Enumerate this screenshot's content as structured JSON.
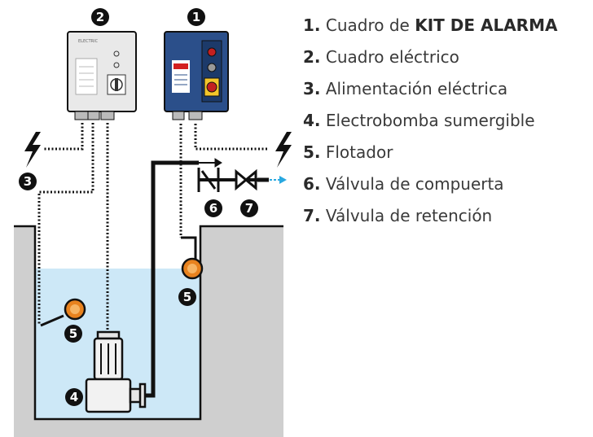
{
  "colors": {
    "water": "#cde8f7",
    "ground": "#cfcfcf",
    "pipe": "#111111",
    "float": "#e8821e",
    "alarm_box": "#2b4f8a",
    "electric_box": "#e9e9e9",
    "arrow": "#29a8e0"
  },
  "badges": [
    {
      "id": "b1",
      "text": "1"
    },
    {
      "id": "b2",
      "text": "2"
    },
    {
      "id": "b3",
      "text": "3"
    },
    {
      "id": "b4",
      "text": "4"
    },
    {
      "id": "b5a",
      "text": "5"
    },
    {
      "id": "b5b",
      "text": "5"
    },
    {
      "id": "b6",
      "text": "6"
    },
    {
      "id": "b7",
      "text": "7"
    }
  ],
  "legend": [
    {
      "num": "1.",
      "text": "Cuadro de ",
      "strong": "KIT DE ALARMA"
    },
    {
      "num": "2.",
      "text": "Cuadro eléctrico",
      "strong": ""
    },
    {
      "num": "3.",
      "text": "Alimentación eléctrica",
      "strong": ""
    },
    {
      "num": "4.",
      "text": "Electrobomba sumergible",
      "strong": ""
    },
    {
      "num": "5.",
      "text": "Flotador",
      "strong": ""
    },
    {
      "num": "6.",
      "text": "Válvula de compuerta",
      "strong": ""
    },
    {
      "num": "7.",
      "text": "Válvula de retención",
      "strong": ""
    }
  ]
}
